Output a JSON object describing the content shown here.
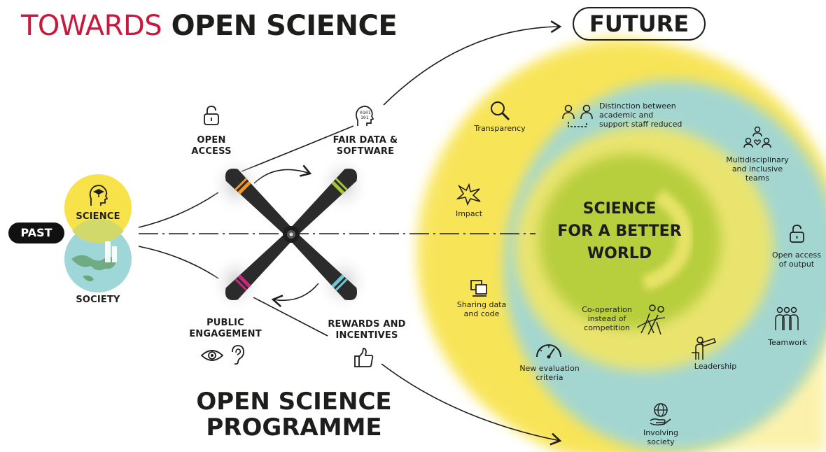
{
  "title": {
    "part1": "TOWARDS",
    "part2": "OPEN SCIENCE"
  },
  "future_label": "FUTURE",
  "past_label": "PAST",
  "science_label": "SCIENCE",
  "society_label": "SOCIETY",
  "center_label": [
    "SCIENCE",
    "FOR A BETTER",
    "WORLD"
  ],
  "programme_label": [
    "OPEN SCIENCE",
    "PROGRAMME"
  ],
  "propeller_labels": {
    "open_access": [
      "OPEN",
      "ACCESS"
    ],
    "fair_data": [
      "FAIR DATA &",
      "SOFTWARE"
    ],
    "public_engagement": [
      "PUBLIC",
      "ENGAGEMENT"
    ],
    "rewards": [
      "REWARDS AND",
      "INCENTIVES"
    ]
  },
  "outcomes": {
    "transparency": "Transparency",
    "distinction": [
      "Distinction between",
      "academic and",
      "support staff reduced"
    ],
    "multidisciplinary": [
      "Multidisciplinary",
      "and inclusive",
      "teams"
    ],
    "impact": "Impact",
    "open_access_output": [
      "Open access",
      "of output"
    ],
    "sharing": [
      "Sharing data",
      "and code"
    ],
    "cooperation": [
      "Co-operation",
      "instead of",
      "competition"
    ],
    "teamwork": "Teamwork",
    "evaluation": [
      "New evaluation",
      "criteria"
    ],
    "leadership": "Leadership",
    "involving": [
      "Involving",
      "society"
    ]
  },
  "icons": [
    "lock-open-icon",
    "binary-head-icon",
    "graduation-head-icon",
    "eye-icon",
    "ear-icon",
    "thumbs-up-icon",
    "magnifier-icon",
    "people-exchange-icon",
    "network-people-icon",
    "explosion-icon",
    "padlock-icon",
    "documents-icon",
    "tug-of-war-icon",
    "group-icon",
    "gauge-icon",
    "telescope-person-icon",
    "globe-hand-icon"
  ],
  "colors": {
    "brand_red": "#c8193c",
    "yellow": "#f7e24a",
    "teal": "#9fd6d8",
    "green": "#b5cd3a",
    "blade_orange": "#f5961e",
    "blade_green": "#a4c639",
    "blade_pink": "#c8287a",
    "blade_cyan": "#6fc7d6"
  }
}
